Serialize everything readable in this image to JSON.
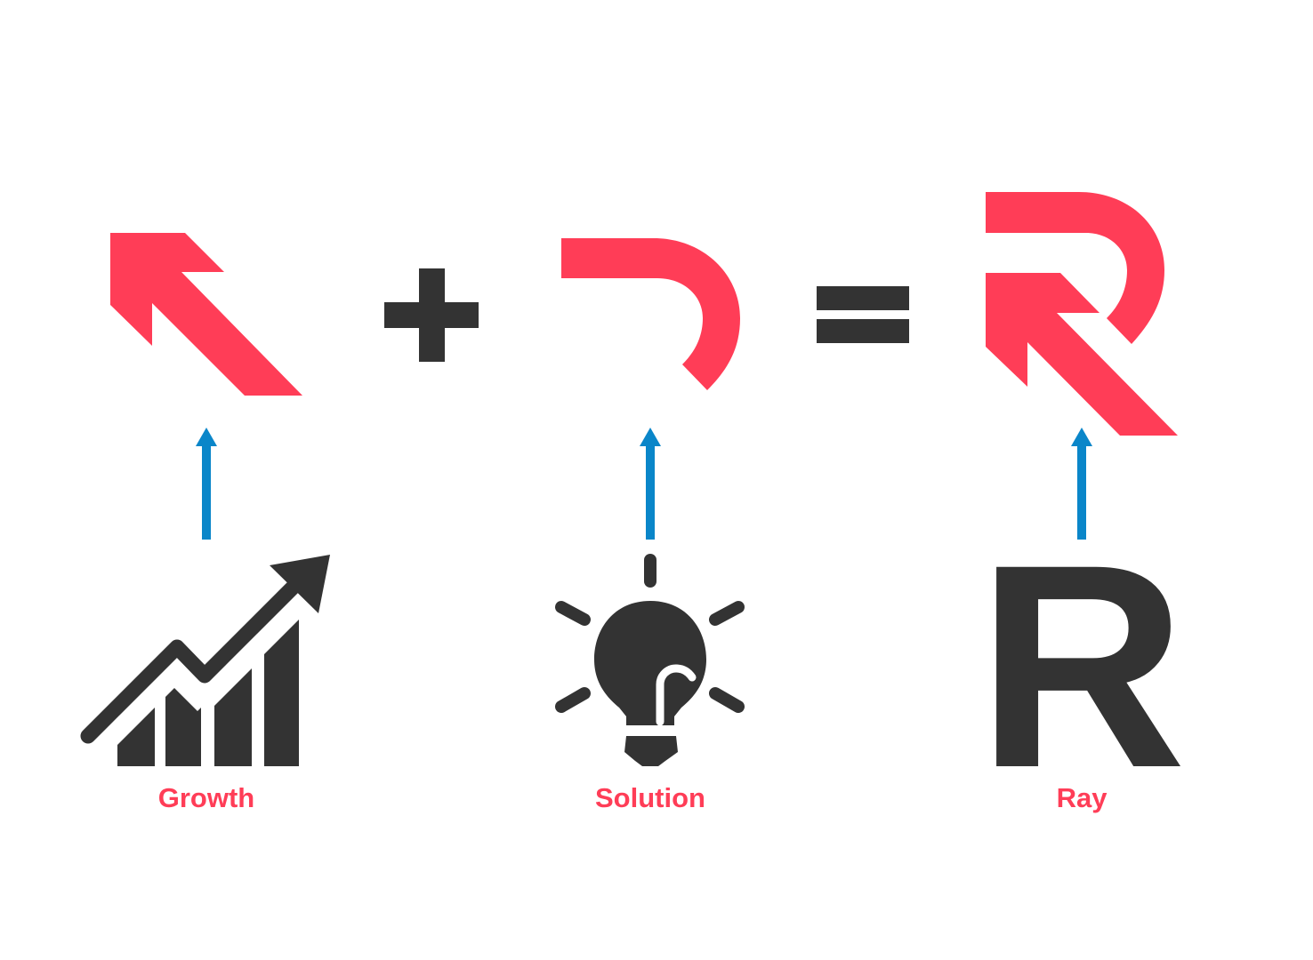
{
  "colors": {
    "accent": "#ff3d57",
    "dark": "#333333",
    "arrow_blue": "#0a86c9",
    "background": "#ffffff"
  },
  "operators": {
    "plus": "+",
    "equals": "="
  },
  "items": [
    {
      "label": "Growth",
      "icon": "growth-chart-icon",
      "logo_part": "arrow-shape"
    },
    {
      "label": "Solution",
      "icon": "lightbulb-icon",
      "logo_part": "curve-shape"
    },
    {
      "label": "Ray",
      "icon": "letter-r",
      "letter": "R",
      "logo_part": "combined-r-logo"
    }
  ]
}
